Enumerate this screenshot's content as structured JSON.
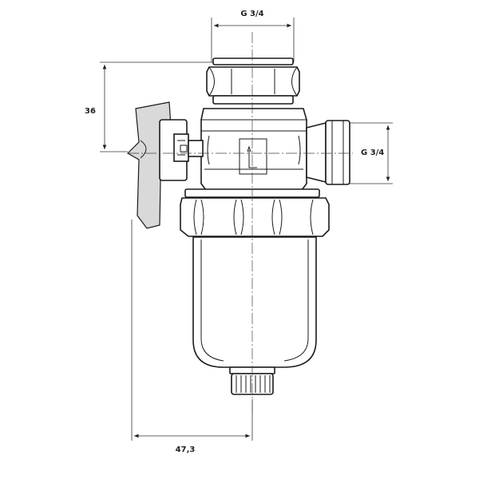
{
  "dimensions": {
    "top_thread": "G 3/4",
    "side_thread": "G 3/4",
    "height": "36",
    "width": "47,3"
  }
}
